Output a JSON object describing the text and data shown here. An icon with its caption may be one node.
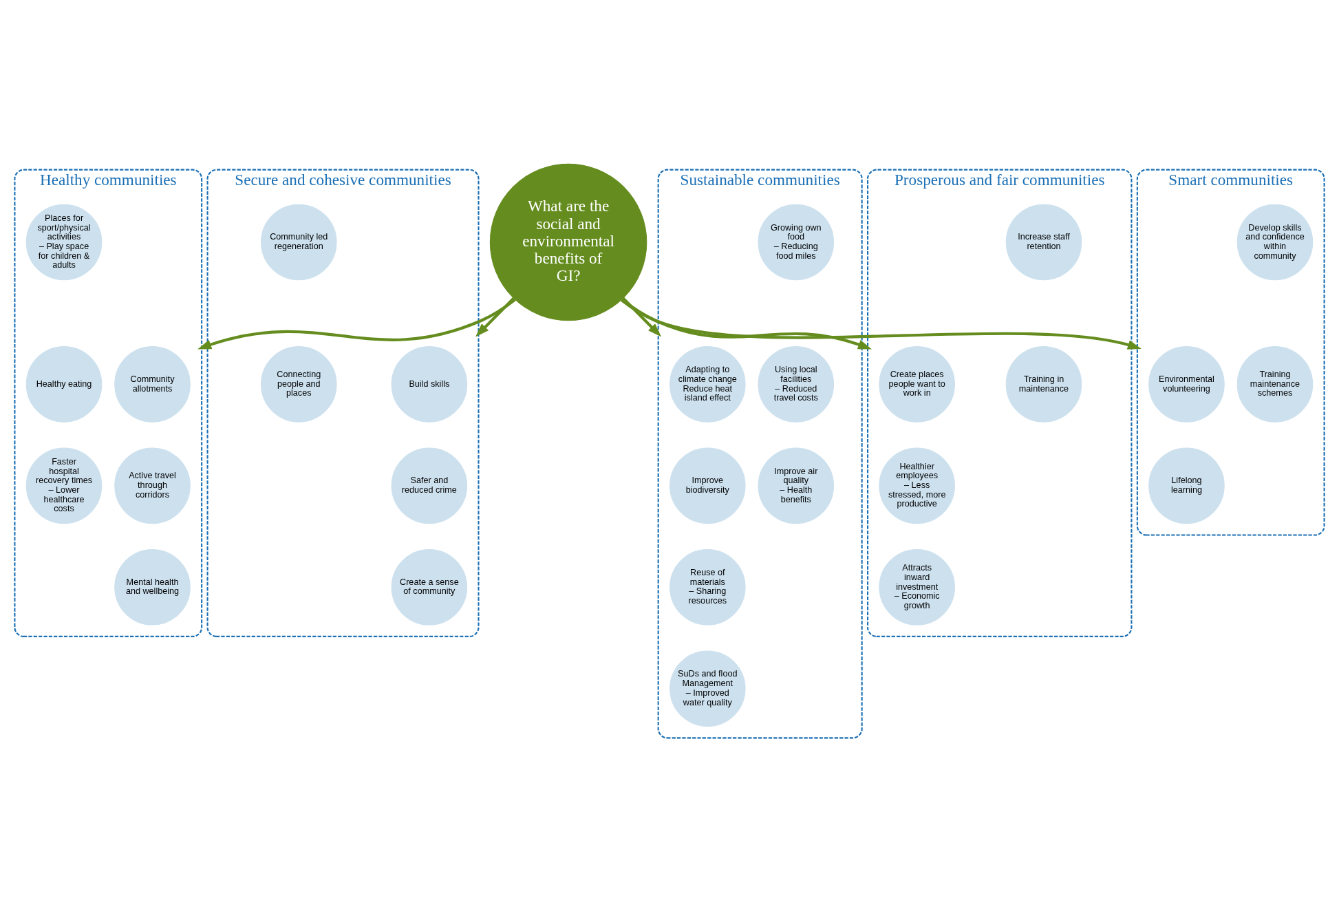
{
  "diagram": {
    "nodes": [
      {
        "text": [
          "Healthy communities"
        ]
      },
      {
        "text": [
          "Community allotments"
        ],
        "in": 0
      },
      {
        "text": [
          "Places for sport/physical activities",
          "– Play space for children & adults"
        ],
        "in": 0
      },
      {
        "text": [
          "Active travel through corridors"
        ],
        "in": 0
      },
      {
        "text": [
          "Healthy eating"
        ],
        "in": 0
      },
      {
        "text": [
          "Mental health and wellbeing"
        ],
        "in": 0
      },
      {
        "text": [
          "Faster hospital recovery times",
          "– Lower healthcare costs"
        ],
        "in": 0
      },
      {
        "text": [
          "What are the social and environmental benefits of GI?"
        ]
      },
      {
        "text": [
          "Secure and cohesive communities"
        ]
      },
      {
        "text": [
          "Build skills"
        ],
        "in": 8
      },
      {
        "text": [
          "Community led regeneration"
        ],
        "in": 8
      },
      {
        "text": [
          "Safer and reduced crime"
        ],
        "in": 8
      },
      {
        "text": [
          "Connecting people and places"
        ],
        "in": 8
      },
      {
        "text": [
          "Create a sense of community"
        ],
        "in": 8
      },
      {
        "text": [
          "Sustainable communities"
        ]
      },
      {
        "text": [
          "Adapting to climate change",
          "Reduce heat island effect"
        ],
        "in": 14
      },
      {
        "text": [
          "Growing own food",
          "– Reducing food miles"
        ],
        "in": 14
      },
      {
        "text": [
          "Improve biodiversity"
        ],
        "in": 14
      },
      {
        "text": [
          "Using local facilities",
          "– Reduced travel costs"
        ],
        "in": 14
      },
      {
        "text": [
          "Reuse of materials",
          "– Sharing resources"
        ],
        "in": 14
      },
      {
        "text": [
          "Improve air quality",
          "– Health benefits"
        ],
        "in": 14
      },
      {
        "text": [
          "SuDs and flood Management",
          "– Improved water quality"
        ],
        "in": 14
      },
      {
        "text": [
          "Prosperous and fair communities"
        ]
      },
      {
        "text": [
          "Create places people want to work in"
        ],
        "in": 22
      },
      {
        "text": [
          "Increase staff retention"
        ],
        "in": 22
      },
      {
        "text": [
          "Healthier employees",
          "– Less stressed, more productive"
        ],
        "in": 22
      },
      {
        "text": [
          "Training in maintenance"
        ],
        "in": 22
      },
      {
        "text": [
          "Attracts inward investment",
          "– Economic growth"
        ],
        "in": 22
      },
      {
        "text": [
          "Smart communities"
        ]
      },
      {
        "text": [
          "Environmental volunteering"
        ],
        "in": 28
      },
      {
        "text": [
          "Develop skills and confidence within community"
        ],
        "in": 28
      },
      {
        "text": [
          "Lifelong learning"
        ],
        "in": 28
      },
      {
        "text": [
          "Training maintenance schemes"
        ],
        "in": 28
      }
    ],
    "edges": [
      {
        "from": 7,
        "to": 0,
        "arrow": "to"
      },
      {
        "from": 7,
        "to": 8,
        "arrow": "to"
      },
      {
        "from": 7,
        "to": 22,
        "arrow": "to"
      },
      {
        "from": 7,
        "to": 28,
        "arrow": "to"
      },
      {
        "from": 7,
        "to": 14,
        "arrow": "to"
      }
    ]
  }
}
